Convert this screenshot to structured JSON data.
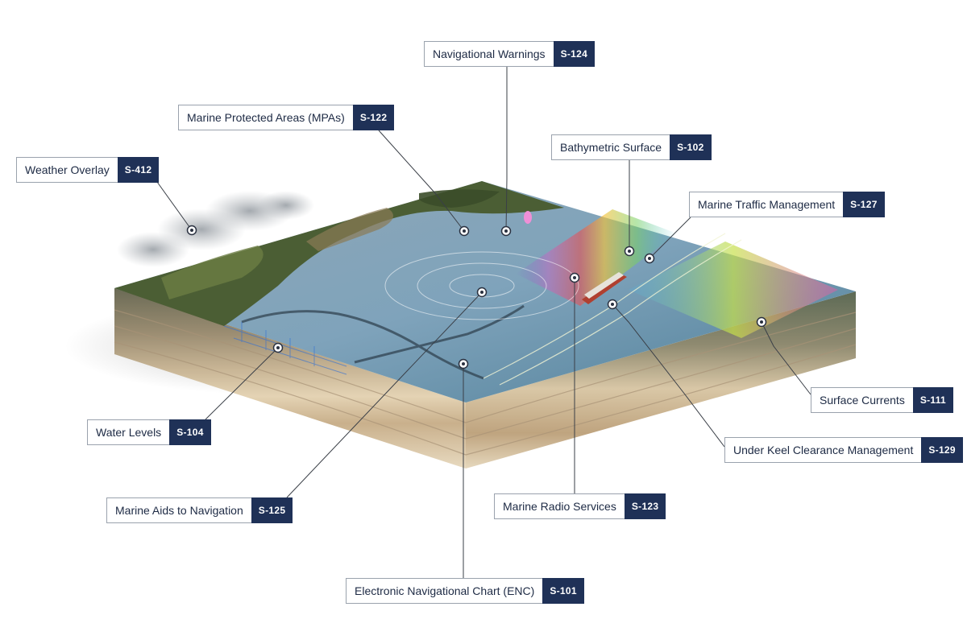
{
  "colors": {
    "code_background": "#1f3157",
    "label_text": "#1d2a44",
    "leader_line": "#3a3f47"
  },
  "callouts": [
    {
      "key": "navigational-warnings",
      "label": "Navigational Warnings",
      "code": "S-124"
    },
    {
      "key": "marine-protected-areas",
      "label": "Marine Protected Areas (MPAs)",
      "code": "S-122"
    },
    {
      "key": "weather-overlay",
      "label": "Weather Overlay",
      "code": "S-412"
    },
    {
      "key": "bathymetric-surface",
      "label": "Bathymetric Surface",
      "code": "S-102"
    },
    {
      "key": "marine-traffic-management",
      "label": "Marine Traffic Management",
      "code": "S-127"
    },
    {
      "key": "surface-currents",
      "label": "Surface Currents",
      "code": "S-111"
    },
    {
      "key": "under-keel-clearance-management",
      "label": "Under Keel Clearance Management",
      "code": "S-129"
    },
    {
      "key": "water-levels",
      "label": "Water Levels",
      "code": "S-104"
    },
    {
      "key": "marine-aids-to-navigation",
      "label": "Marine Aids to Navigation",
      "code": "S-125"
    },
    {
      "key": "marine-radio-services",
      "label": "Marine Radio Services",
      "code": "S-123"
    },
    {
      "key": "electronic-navigational-chart",
      "label": "Electronic Navigational Chart (ENC)",
      "code": "S-101"
    }
  ]
}
